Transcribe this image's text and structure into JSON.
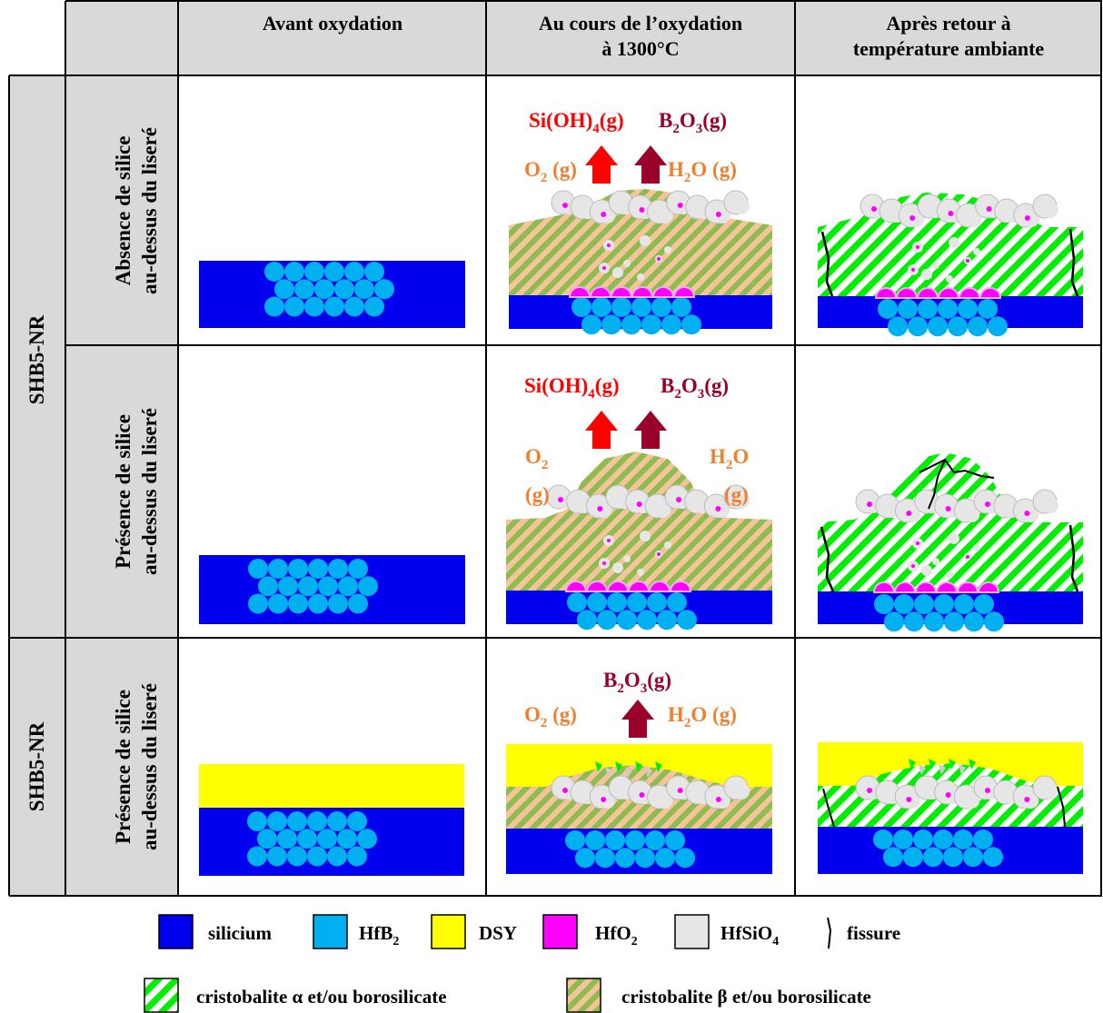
{
  "columns": {
    "before": "Avant oxydation",
    "during_l1": "Au cours de l’oxydation",
    "during_l2": "à 1300°C",
    "after_l1": "Après retour à",
    "after_l2": "température ambiante"
  },
  "groups": [
    "SHB5-NR",
    "SHB5-NR"
  ],
  "rows": [
    {
      "l1": "Absence de silice",
      "l2": "au-dessus du liseré"
    },
    {
      "l1": "Présence de silice",
      "l2": "au-dessus du liseré"
    },
    {
      "l1": "Présence de silice",
      "l2": "au-dessus du liseré"
    }
  ],
  "gases": {
    "sioh4": {
      "main": "Si(OH)",
      "sub": "4",
      "tail": "(g)"
    },
    "b2o3": {
      "p1": "B",
      "s1": "2",
      "p2": "O",
      "s2": "3",
      "tail": "(g)"
    },
    "o2": {
      "main": "O",
      "sub": "2",
      "tail": " (g)"
    },
    "h2o": {
      "p1": "H",
      "s1": "2",
      "tail": "O (g)"
    },
    "h2o_split": {
      "p1": "H",
      "s1": "2",
      "tail": "O"
    },
    "g": "(g)"
  },
  "legend": {
    "silicium": "silicium",
    "hfb2": {
      "main": "HfB",
      "sub": "2"
    },
    "dsy": "DSY",
    "hfo2": {
      "main": "HfO",
      "sub": "2"
    },
    "hfsio4": {
      "main": "HfSiO",
      "sub": "4"
    },
    "fissure": "fissure",
    "cristo_alpha": "cristobalite α et/ou borosilicate",
    "cristo_beta": "cristobalite β et/ou borosilicate"
  },
  "colors": {
    "silicium": "#0000ee",
    "hfb2": "#00b0f0",
    "dsy": "#ffff00",
    "hfo2": "#ff00ff",
    "hfsio4": "#e6e6e6",
    "cristo_alpha_stripe": "#00ee00",
    "cristo_beta_stripe": "#8fbc50",
    "cristo_beta_base": "#f5c49a",
    "sioh4_arrow": "#ff0000",
    "b2o3_arrow": "#99002a",
    "o2_text": "#f08030",
    "grid_header": "#d9d9d9"
  }
}
